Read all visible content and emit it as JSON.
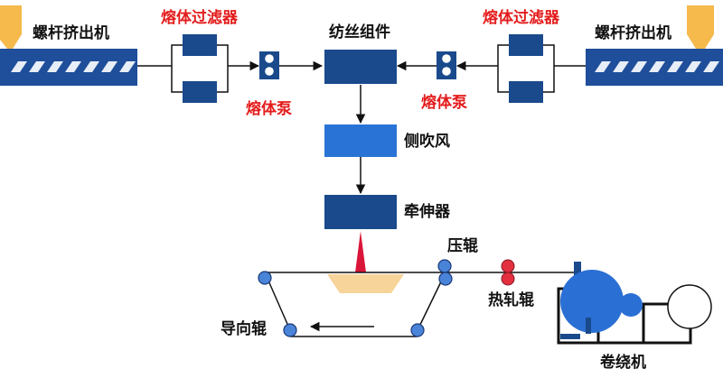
{
  "labels": {
    "extruder_left": "螺杆挤出机",
    "extruder_right": "螺杆挤出机",
    "filter_left": "熔体过滤器",
    "filter_right": "熔体过滤器",
    "pump_left": "熔体泵",
    "pump_right": "熔体泵",
    "spin_pack": "纺丝组件",
    "quench_air": "侧吹风",
    "drawing_unit": "牵伸器",
    "press_roll": "压辊",
    "hot_roll": "热轧辊",
    "guide_roll": "导向辊",
    "winder": "卷绕机"
  },
  "colors": {
    "extruder_blue": "#1f4e9a",
    "dark_block": "#1a4a8c",
    "quench_block": "#2a73d6",
    "roll_blue": "#4a84d8",
    "hot_roll_red": "#e2303f",
    "label_red": "#e41b1b",
    "hopper_yellow": "#f5b94c",
    "fiber_cone": "#d9163a",
    "melt_tray": "#f7d49a"
  }
}
